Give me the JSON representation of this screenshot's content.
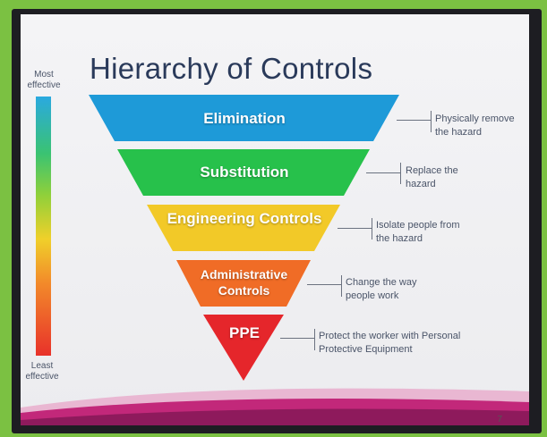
{
  "title": "Hierarchy of Controls",
  "scale": {
    "top_label": "Most effective",
    "bottom_label": "Least effective"
  },
  "tiers": [
    {
      "label": "Elimination",
      "description": "Physically remove the hazard",
      "color": "#1e9ad8"
    },
    {
      "label": "Substitution",
      "description": "Replace the hazard",
      "color": "#27c14b"
    },
    {
      "label": "Engineering Controls",
      "description": "Isolate people from the hazard",
      "color": "#f2c928"
    },
    {
      "label": "Administrative Controls",
      "description": "Change the way people work",
      "color": "#f06c26"
    },
    {
      "label": "PPE",
      "description": "Protect the worker with Personal Protective Equipment",
      "color": "#e5262b"
    }
  ],
  "page_number": "7",
  "colors": {
    "frame": "#7bc142",
    "title": "#2a3a5a",
    "band": "#c2287a"
  }
}
